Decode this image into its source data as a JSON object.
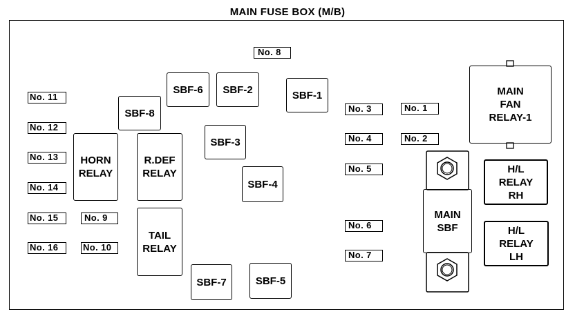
{
  "title": "MAIN FUSE BOX (M/B)",
  "fuses": {
    "no1": "No. 1",
    "no2": "No. 2",
    "no3": "No. 3",
    "no4": "No. 4",
    "no5": "No. 5",
    "no6": "No. 6",
    "no7": "No. 7",
    "no8": "No. 8",
    "no9": "No. 9",
    "no10": "No. 10",
    "no11": "No. 11",
    "no12": "No. 12",
    "no13": "No. 13",
    "no14": "No. 14",
    "no15": "No. 15",
    "no16": "No. 16"
  },
  "sbf": {
    "sbf1": "SBF-1",
    "sbf2": "SBF-2",
    "sbf3": "SBF-3",
    "sbf4": "SBF-4",
    "sbf5": "SBF-5",
    "sbf6": "SBF-6",
    "sbf7": "SBF-7",
    "sbf8": "SBF-8"
  },
  "relays": {
    "horn": "HORN\nRELAY",
    "rdef": "R.DEF\nRELAY",
    "tail": "TAIL\nRELAY",
    "main_fan": "MAIN\nFAN\nRELAY-1",
    "hl_rh": "H/L\nRELAY\nRH",
    "hl_lh": "H/L\nRELAY\nLH"
  },
  "main_sbf": "MAIN\nSBF"
}
